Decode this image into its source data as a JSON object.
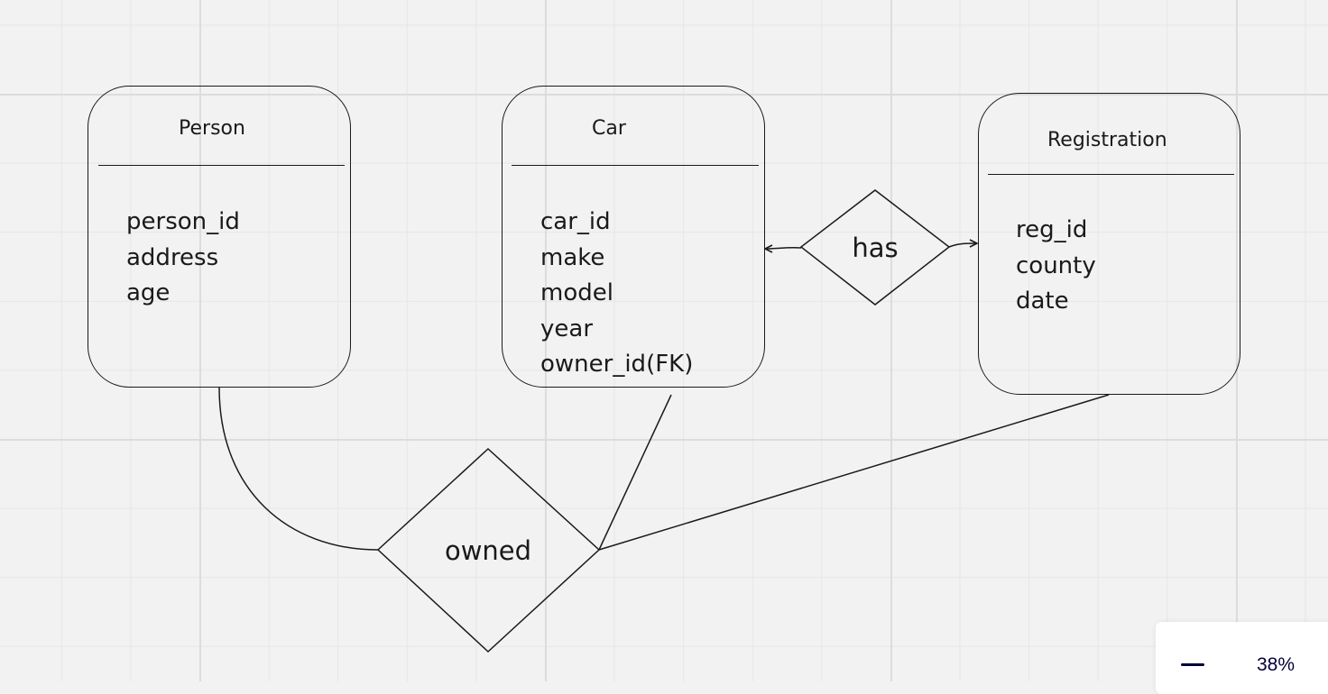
{
  "entities": {
    "person": {
      "title": "Person",
      "attributes": [
        "person_id",
        "address",
        "age"
      ]
    },
    "car": {
      "title": "Car",
      "attributes": [
        "car_id",
        "make",
        "model",
        "year",
        "owner_id(FK)"
      ]
    },
    "registration": {
      "title": "Registration",
      "attributes": [
        "reg_id",
        "county",
        "date"
      ]
    }
  },
  "relationships": {
    "has": {
      "label": "has"
    },
    "owned": {
      "label": "owned"
    }
  },
  "zoom": {
    "level": "38%",
    "zoom_out_icon": "minus-icon"
  },
  "colors": {
    "stroke": "#1a1a1a",
    "canvas": "#f2f2f2",
    "grid": "#e6e6e6",
    "zoom_text": "#050038"
  }
}
